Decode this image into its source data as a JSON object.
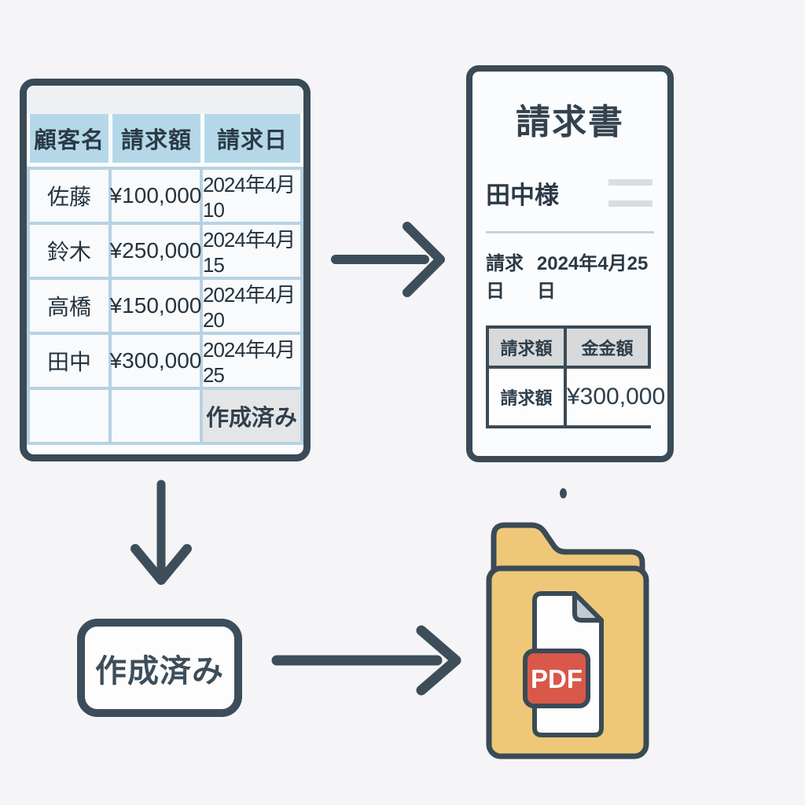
{
  "diagram": {
    "source_table": {
      "headers": [
        "顧客名",
        "請求額",
        "請求日"
      ],
      "rows": [
        {
          "name": "佐藤",
          "amount": "¥100,000",
          "date": "2024年4月10"
        },
        {
          "name": "鈴木",
          "amount": "¥250,000",
          "date": "2024年4月15"
        },
        {
          "name": "高橋",
          "amount": "¥150,000",
          "date": "2024年4月20"
        },
        {
          "name": "田中",
          "amount": "¥300,000",
          "date": "2024年4月25"
        }
      ],
      "footer_row": {
        "name": "",
        "amount": "",
        "status": "作成済み"
      }
    },
    "invoice": {
      "title": "請求書",
      "recipient": "田中様",
      "date_label": "請求日",
      "date_value": "2024年4月25日",
      "table": {
        "header_col1": "請求額",
        "header_col2": "金金額",
        "row_col1": "請求額",
        "row_col2": "¥300,000"
      }
    },
    "status_badge_label": "作成済み",
    "pdf_badge_label": "PDF"
  },
  "colors": {
    "background": "#f5f5f7",
    "outline_dark": "#3a4a57",
    "arrow": "#3d4e5a",
    "table_header_blue": "#b5d8e9",
    "table_grid_blue": "#b7d2e2",
    "status_cell_gray": "#e3e5e7",
    "mini_header_gray": "#d7d9da",
    "folder_yellow": "#eec878",
    "pdf_red": "#d9584a",
    "doc_line_gray": "#d9dde1"
  }
}
